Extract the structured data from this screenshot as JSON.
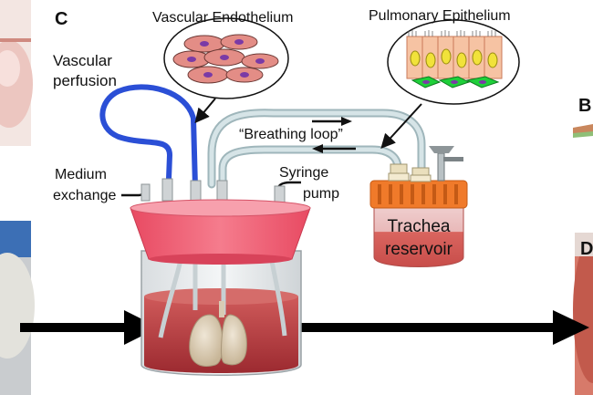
{
  "panel": {
    "letter": "C",
    "neighbor_letters": [
      "B",
      "D"
    ]
  },
  "labels": {
    "vascular_endothelium": "Vascular Endothelium",
    "pulmonary_epithelium": "Pulmonary Epithelium",
    "vascular_perfusion_1": "Vascular",
    "vascular_perfusion_2": "perfusion",
    "breathing_loop": "“Breathing loop”",
    "medium_exchange_1": "Medium",
    "medium_exchange_2": "exchange",
    "syringe_pump_1": "Syringe",
    "syringe_pump_2": "pump",
    "trachea_reservoir_1": "Trachea",
    "trachea_reservoir_2": "reservoir"
  },
  "colors": {
    "bioreactor_pink": "#f2637a",
    "medium_red": "#b8363c",
    "tubing_blue": "#2b4fd6",
    "tubing_light": "#bcd4d8",
    "cap_orange": "#f07a2a",
    "epithelium_yellow": "#f1e23a",
    "basal_green": "#1fcf3a",
    "endothelial_cell": "#e38d86",
    "endothelial_nucleus": "#7a3aa6"
  },
  "icons": [
    "arrow-right-icon",
    "arrow-left-icon",
    "lung-icon"
  ]
}
